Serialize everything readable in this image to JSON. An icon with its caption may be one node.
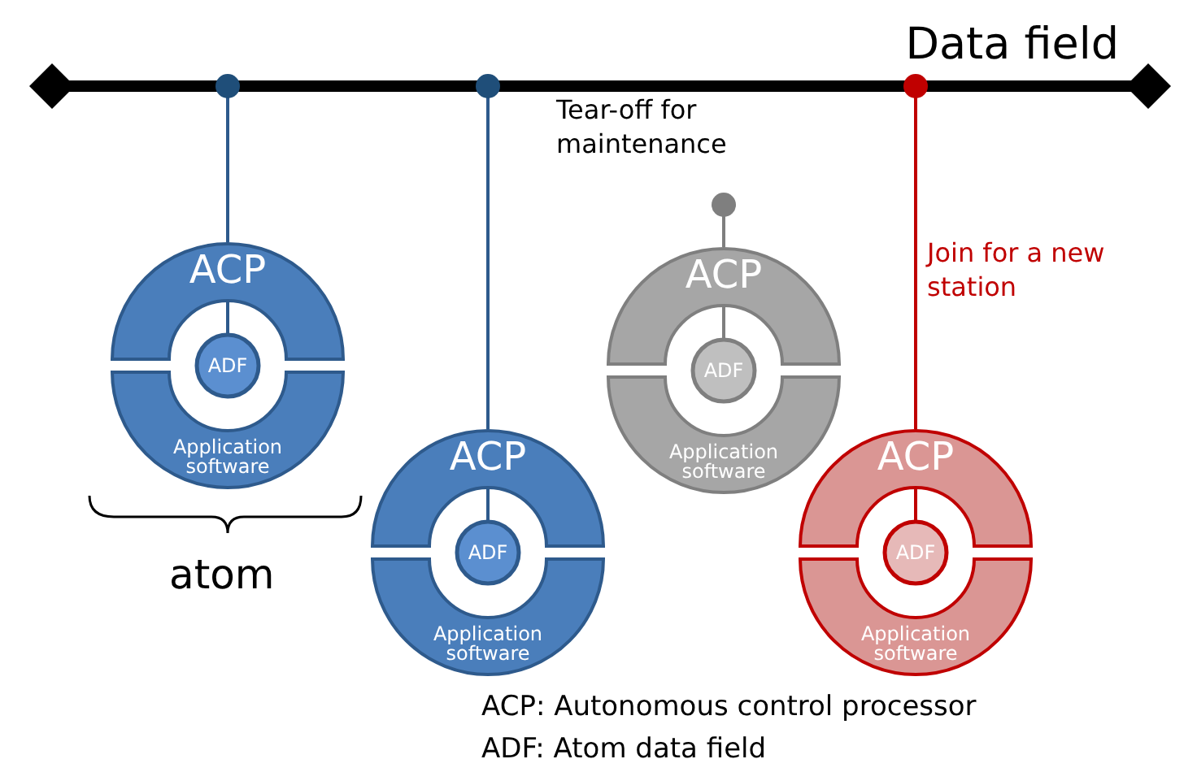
{
  "diagram": {
    "nodes": [
      {
        "text": [
          "Data field"
        ]
      },
      {
        "text": [
          "ACP"
        ]
      },
      {
        "text": [
          "ADF"
        ]
      },
      {
        "text": [
          "Application software"
        ]
      },
      {
        "text": [
          "ACP"
        ]
      },
      {
        "text": [
          "ADF"
        ]
      },
      {
        "text": [
          "Application software"
        ]
      },
      {
        "text": [
          "ACP"
        ]
      },
      {
        "text": [
          "ADF"
        ]
      },
      {
        "text": [
          "Application software"
        ]
      },
      {
        "text": [
          "ACP"
        ]
      },
      {
        "text": [
          "ADF"
        ]
      },
      {
        "text": [
          "Application software"
        ]
      }
    ],
    "edges": [
      {
        "from": 0,
        "to": 1,
        "arrow": "other"
      },
      {
        "from": 0,
        "to": 4,
        "arrow": "other"
      },
      {
        "from": null,
        "to": 7,
        "arrow": "other",
        "color": "#7f7f7f"
      },
      {
        "from": 0,
        "to": 10,
        "arrow": "other",
        "color": "#c00000"
      },
      {
        "from": 2,
        "to": 1,
        "arrow": "none"
      },
      {
        "from": 5,
        "to": 4,
        "arrow": "none"
      },
      {
        "from": 8,
        "to": 7,
        "arrow": "none",
        "color": "#7f7f7f"
      },
      {
        "from": 11,
        "to": 10,
        "arrow": "none",
        "color": "#c00000"
      }
    ],
    "labels": [
      "Tear-off for maintenance",
      "Join for a new station",
      "atom",
      "ACP: Autonomous control processor",
      "ADF: Atom data field"
    ]
  }
}
